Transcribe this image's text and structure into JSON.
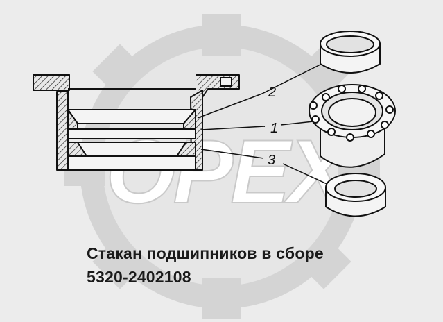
{
  "watermark": {
    "text": "OPEX",
    "color": "#ffffff"
  },
  "callouts": {
    "c1": "1",
    "c2": "2",
    "c3": "3"
  },
  "caption": {
    "line1": "Стакан подшипников в сборе",
    "line2": "5320-2402108"
  },
  "colors": {
    "background": "#ececec",
    "line": "#111111",
    "part": "#f4f4f4"
  }
}
